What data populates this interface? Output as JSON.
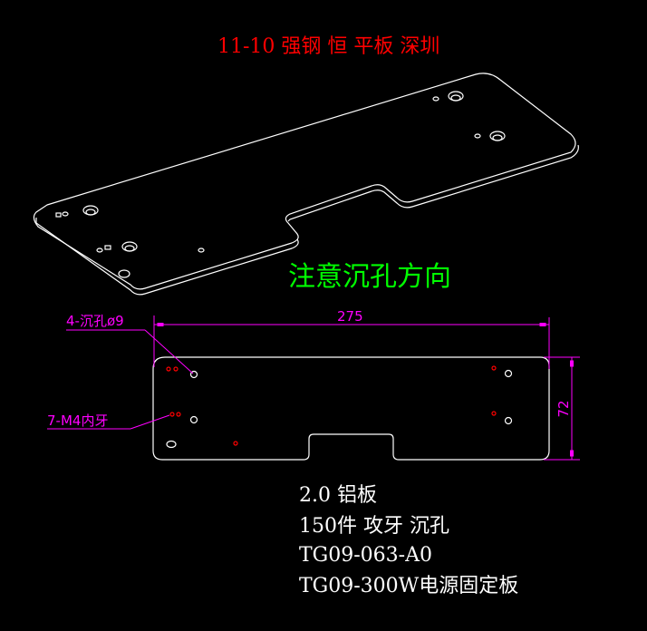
{
  "title": "11-10 强钢 恒 平板 深圳",
  "note": "注意沉孔方向",
  "dimensions": {
    "length": "275",
    "width": "72"
  },
  "callouts": {
    "countersink": "4-沉孔ø9",
    "thread": "7-M4内牙"
  },
  "spec_lines": [
    "2.0 铝板",
    "150件 攻牙 沉孔",
    "TG09-063-A0",
    "TG09-300W电源固定板"
  ],
  "colors": {
    "background": "#000000",
    "outline": "#ffffff",
    "dimension": "#ff00ff",
    "title": "#ff0000",
    "note": "#00ff00",
    "threaded_hole": "#ff0000"
  }
}
